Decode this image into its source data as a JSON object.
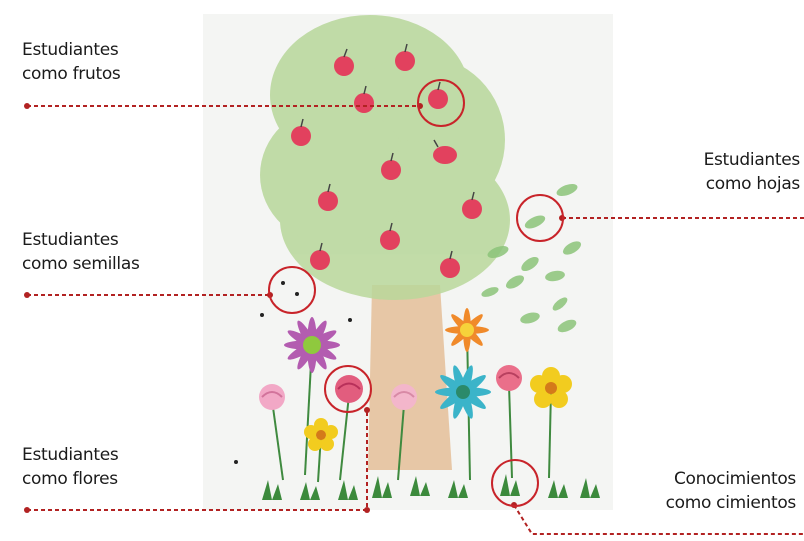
{
  "annotations": [
    {
      "id": "frutos",
      "line1": "Estudiantes",
      "line2": "como frutos"
    },
    {
      "id": "hojas",
      "line1": "Estudiantes",
      "line2": "como hojas"
    },
    {
      "id": "semillas",
      "line1": "Estudiantes",
      "line2": "como semillas"
    },
    {
      "id": "flores",
      "line1": "Estudiantes",
      "line2": "como flores"
    },
    {
      "id": "cimientos",
      "line1": "Conocimientos",
      "line2": "como cimientos"
    }
  ],
  "colors": {
    "leader_line": "#b22222",
    "highlight_circle": "#c8242a",
    "canopy": "#b9d89a",
    "trunk": "#e8c29a",
    "fruit": "#e4405f",
    "leaf": "#7fbf6a",
    "grass": "#3c8a3c"
  }
}
